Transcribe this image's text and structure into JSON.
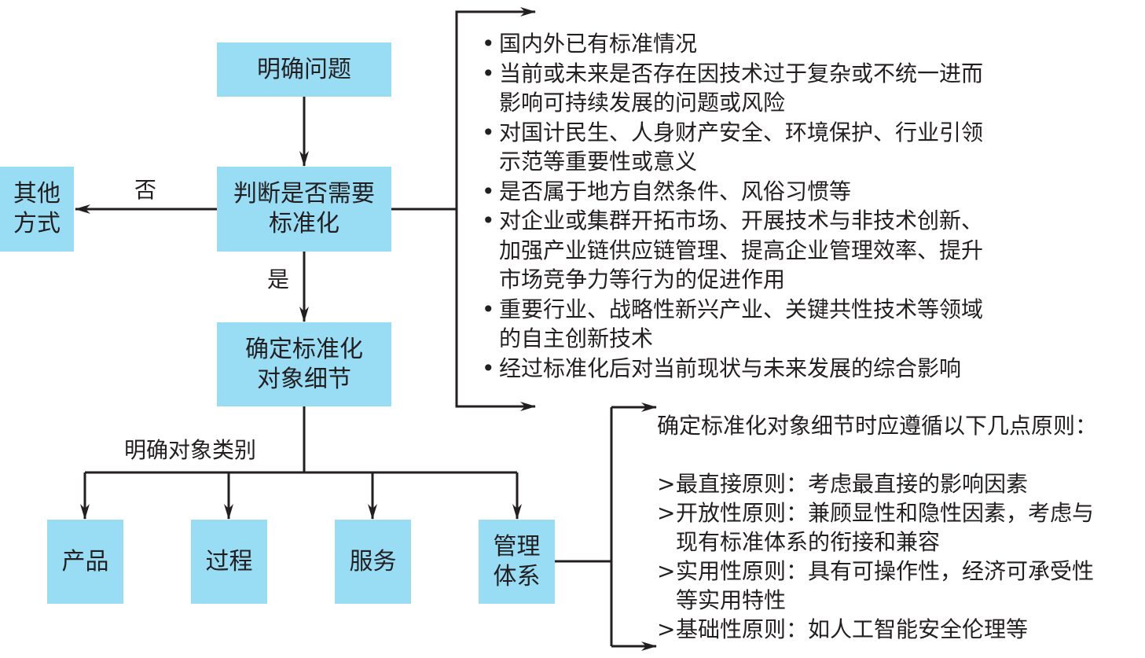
{
  "nodes": {
    "define_problem": "明确问题",
    "judge_need_line1": "判断是否需要",
    "judge_need_line2": "标准化",
    "other_methods_line1": "其他",
    "other_methods_line2": "方式",
    "determine_details_line1": "确定标准化",
    "determine_details_line2": "对象细节",
    "product": "产品",
    "process": "过程",
    "service": "服务",
    "mgmt_line1": "管理",
    "mgmt_line2": "体系"
  },
  "edge_labels": {
    "no": "否",
    "yes": "是",
    "classify": "明确对象类别"
  },
  "considerations": {
    "bullet": "•",
    "items": [
      {
        "lines": [
          "国内外已有标准情况"
        ]
      },
      {
        "lines": [
          "当前或未来是否存在因技术过于复杂或不统一进而",
          "影响可持续发展的问题或风险"
        ]
      },
      {
        "lines": [
          "对国计民生、人身财产安全、环境保护、行业引领",
          "示范等重要性或意义"
        ]
      },
      {
        "lines": [
          "是否属于地方自然条件、风俗习惯等"
        ]
      },
      {
        "lines": [
          "对企业或集群开拓市场、开展技术与非技术创新、",
          "加强产业链供应链管理、提高企业管理效率、提升",
          "市场竞争力等行为的促进作用"
        ]
      },
      {
        "lines": [
          "重要行业、战略性新兴产业、关键共性技术等领域",
          "的自主创新技术"
        ]
      },
      {
        "lines": [
          "经过标准化后对当前现状与未来发展的综合影响"
        ]
      }
    ]
  },
  "principles": {
    "heading": "确定标准化对象细节时应遵循以下几点原则：",
    "marker": ">",
    "items": [
      {
        "lines": [
          "最直接原则：考虑最直接的影响因素"
        ]
      },
      {
        "lines": [
          "开放性原则：兼顾显性和隐性因素，考虑与",
          "现有标准体系的衔接和兼容"
        ]
      },
      {
        "lines": [
          "实用性原则：具有可操作性，经济可承受性",
          "等实用特性"
        ]
      },
      {
        "lines": [
          "基础性原则：如人工智能安全伦理等"
        ]
      }
    ]
  },
  "colors": {
    "box_fill": "#99ddf5",
    "line": "#231f20",
    "text": "#231f20"
  }
}
